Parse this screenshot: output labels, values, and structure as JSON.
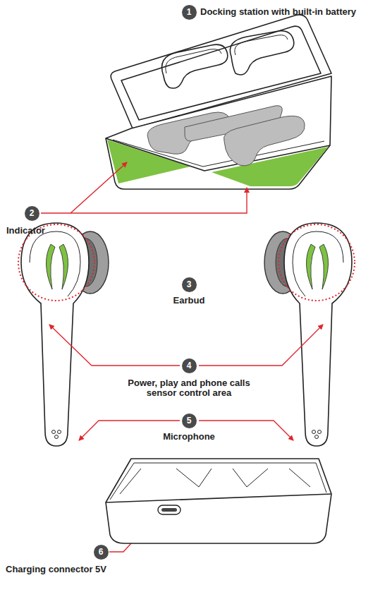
{
  "diagram": {
    "nodes": [
      {
        "text": [
          "1",
          "Docking station with built-in battery"
        ]
      },
      {
        "text": [
          "2",
          "Indicator"
        ]
      },
      {
        "text": [
          "3",
          "Earbud"
        ]
      },
      {
        "text": [
          "4",
          "Power, play and phone calls sensor control area"
        ]
      },
      {
        "text": [
          "5",
          "Microphone"
        ]
      },
      {
        "text": [
          "6",
          "Charging connector 5V"
        ]
      }
    ]
  }
}
